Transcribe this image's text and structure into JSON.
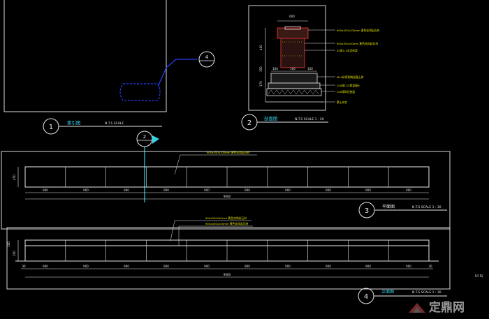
{
  "views": {
    "v1": {
      "number": "1",
      "title": "索引图",
      "scale": "N.T.S SCALE"
    },
    "v2": {
      "number": "2",
      "title": "剖面图",
      "scale": "N.T.S SCALE 1 : 20"
    },
    "v3": {
      "number": "3",
      "title": "平面图",
      "scale": "N.T.S SCALE 1 : 30"
    },
    "v4": {
      "number": "4",
      "title": "立面图",
      "scale": "N.T.S SCALE 1 : 30"
    }
  },
  "callouts": {
    "index_a": "4",
    "index_b": "2"
  },
  "section": {
    "top_dim": "600",
    "dims_left": [
      "450",
      "350",
      "170"
    ],
    "dims_mid": [
      "100",
      "100",
      "100"
    ],
    "notes": [
      "900x450x100mm 黄色花岗岩石材",
      "900x350x30mm 黄色花岗岩石材",
      "20厚1:3水泥砂浆",
      "M10砂浆砌筑混凝土砖",
      "100厚C15素混凝土",
      "100厚碎石垫层",
      "素土夯实"
    ]
  },
  "plan": {
    "note": "900x450x100mm 黄色花岗岩石材",
    "height_dim": "450",
    "seg_dims": [
      "900",
      "900",
      "900",
      "900",
      "900",
      "900",
      "900",
      "900",
      "900",
      "900"
    ],
    "total": "9000"
  },
  "elevation": {
    "notes": [
      "900x350x30mm 黄色花岗岩石材",
      "900x450x100mm 黄色花岗岩石材"
    ],
    "left_dims": [
      "100",
      "350"
    ],
    "seg_dims": [
      "30",
      "900",
      "900",
      "900",
      "900",
      "900",
      "900",
      "900",
      "900",
      "900",
      "900",
      "30"
    ],
    "total": "9000"
  },
  "watermark": {
    "text": "定鼎网"
  },
  "margin_text": [
    "UI S/"
  ],
  "colors": {
    "line": "#e8e8e8",
    "yellow": "#e6e600",
    "cyan": "#35d0e6",
    "blue": "#2840ff",
    "red": "#d03030"
  }
}
